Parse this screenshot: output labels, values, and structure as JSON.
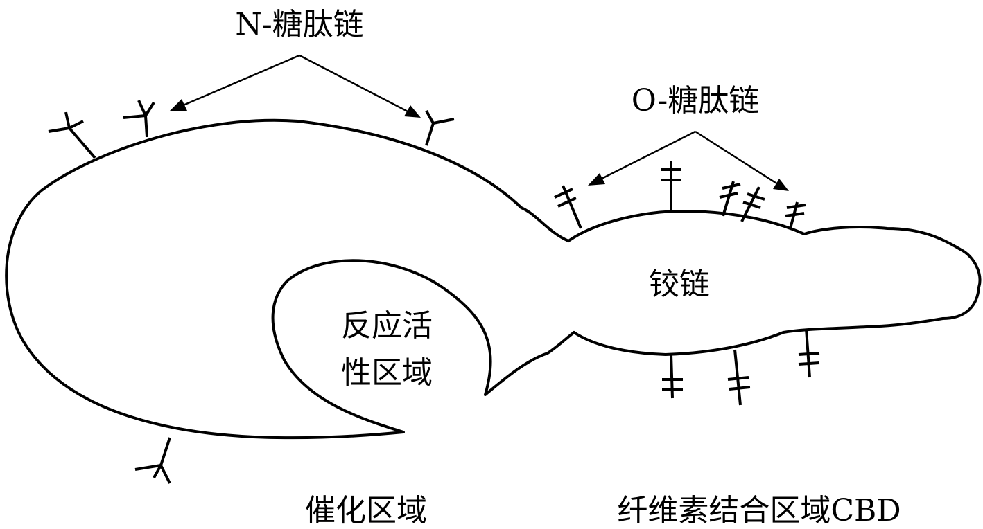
{
  "labels": {
    "n_glycan": "N-糖肽链",
    "o_glycan": "O-糖肽链",
    "hinge": "铰链",
    "active_site_line1": "反应活",
    "active_site_line2": "性区域",
    "catalytic_domain": "催化区域",
    "cbd": "纤维素结合区域CBD"
  },
  "colors": {
    "stroke": "#000000",
    "background": "#ffffff"
  }
}
